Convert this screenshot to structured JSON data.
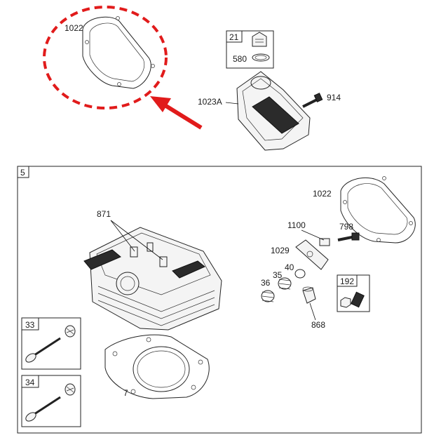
{
  "colors": {
    "highlight": "#e11b1b",
    "line": "#222222",
    "background": "#ffffff"
  },
  "callout": {
    "label": "1022"
  },
  "top_assembly": {
    "kit_box": {
      "number": "21",
      "part": "580"
    },
    "cover_label": "1023A",
    "bolt_label": "914"
  },
  "main_box": {
    "number": "5",
    "labels": {
      "gasket_top": "1022",
      "studs": "871",
      "rocker_ball_nut": "1100",
      "rocker_screw": "798",
      "rocker_arm": "1029",
      "rotator": "40",
      "spring_35": "35",
      "spring_36": "36",
      "seal": "868",
      "head_gasket": "7"
    },
    "sub_boxes": [
      {
        "number": "192"
      },
      {
        "number": "33"
      },
      {
        "number": "34"
      }
    ]
  }
}
